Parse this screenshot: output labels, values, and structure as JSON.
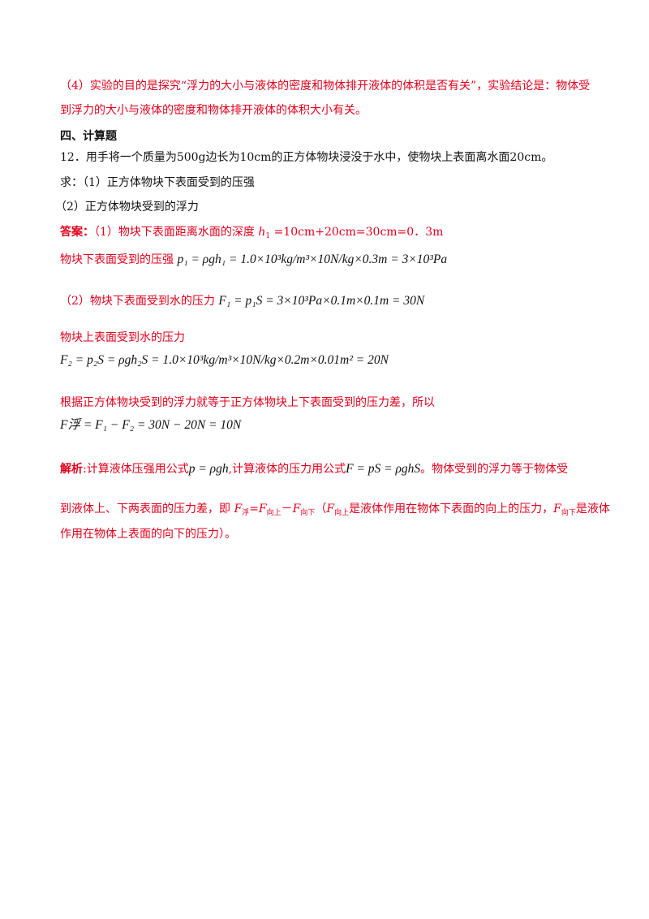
{
  "colors": {
    "answer": "#e0001b",
    "text": "#111111"
  },
  "l1": "（4）实验的目的是探究“浮力的大小与液体的密度和物体排开液体的体积是否有关”，实验结论是：物体受",
  "l2": "到浮力的大小与液体的密度和物体排开液体的体积大小有关。",
  "section": "四、计算题",
  "q_main": "12．用手将一个质量为500g边长为10cm的正方体物块浸没于水中，使物块上表面离水面20cm。",
  "q_ask1": "求：（1）正方体物块下表面受到的压强",
  "q_ask2": "（2）正方体物块受到的浮力",
  "ans_label": "答案：",
  "ans1_pre": "（1）物块下表面距离水面的深度 ",
  "ans1_h": "h",
  "ans1_hsub": "1",
  "ans1_post": " =10cm+20cm=30cm=0．3m",
  "ans2_text": "物块下表面受到的压强",
  "eq1": "p₁ = ρgh₁ = 1.0×10³kg/m³×10N/kg×0.3m = 3×10³Pa",
  "ans3_text": "（2）物块下表面受到水的压力",
  "eq2": "F₁ = p₁S = 3×10³Pa×0.1m×0.1m = 30N",
  "ans4_text": "物块上表面受到水的压力",
  "eq3": "F₂ = p₂S = ρgh₂S = 1.0×10³kg/m³×10N/kg×0.2m×0.01m² = 20N",
  "ans5_text": "根据正方体物块受到的浮力就等于正方体物块上下表面受到的压力差，所以",
  "eq4": "F浮 = F₁ − F₂ = 30N − 20N = 10N",
  "expl_label": "解析",
  "expl_colon": ":",
  "expl_a": "计算液体压强用公式",
  "expl_eq1": "p = ρgh",
  "expl_b": ",计算液体的压力用公式",
  "expl_eq2": "F = pS = ρghS",
  "expl_c": "。物体受到的浮力等于物体受",
  "expl2_a": "到液体上、下两表面的压力差，即 ",
  "expl2_F": "F",
  "expl2_sub1": "浮",
  "expl2_eq": "=",
  "expl2_F2": "F",
  "expl2_sub2": "向上",
  "expl2_minus": "－",
  "expl2_F3": "F",
  "expl2_sub3": "向下",
  "expl2_b": "（",
  "expl2_F4": "F",
  "expl2_sub4": "向上",
  "expl2_c": "是液体作用在物体下表面的向上的压力，",
  "expl2_F5": "F",
  "expl2_sub5": "向下",
  "expl2_d": "是液体",
  "expl3": "作用在物体上表面的向下的压力）。"
}
